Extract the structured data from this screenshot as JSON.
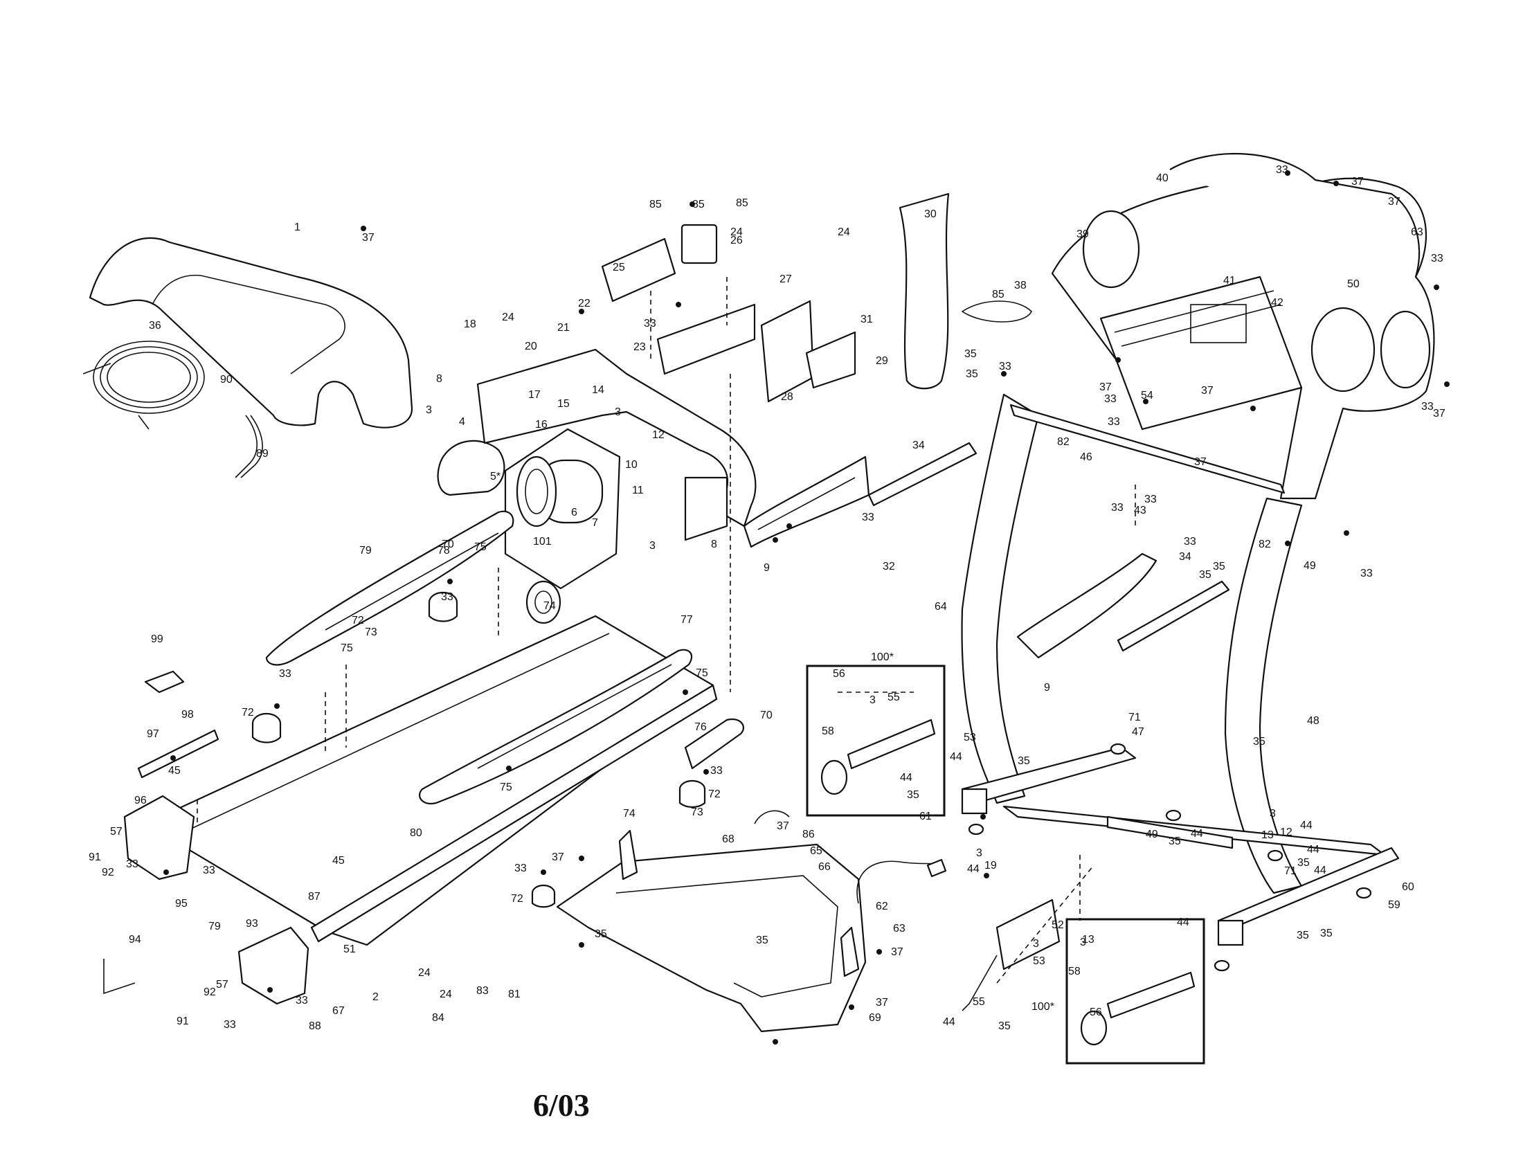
{
  "footer": {
    "date": "6/03"
  },
  "inset_labels": {
    "left": "100*",
    "right": "100*"
  },
  "callouts": [
    "1",
    "37",
    "36",
    "90",
    "89",
    "18",
    "24",
    "20",
    "21",
    "22",
    "8",
    "3",
    "4",
    "5*",
    "6",
    "7",
    "17",
    "15",
    "14",
    "16",
    "3",
    "12",
    "10",
    "11",
    "3",
    "8",
    "85",
    "85",
    "85",
    "25",
    "26",
    "33",
    "23",
    "24",
    "24",
    "27",
    "28",
    "29",
    "30",
    "85",
    "31",
    "9",
    "34",
    "33",
    "32",
    "35",
    "35",
    "33",
    "82",
    "46",
    "33",
    "33",
    "37",
    "54",
    "37",
    "37",
    "33",
    "33",
    "33",
    "43",
    "34",
    "9",
    "64",
    "40",
    "33",
    "37",
    "37",
    "63",
    "33",
    "39",
    "38",
    "41",
    "42",
    "50",
    "37",
    "33",
    "82",
    "35",
    "49",
    "35",
    "33",
    "79",
    "70",
    "75",
    "101",
    "78",
    "33",
    "72",
    "73",
    "74",
    "77",
    "76",
    "75",
    "99",
    "98",
    "75",
    "33",
    "72",
    "97",
    "45",
    "70",
    "75",
    "33",
    "72",
    "74",
    "73",
    "96",
    "57",
    "91",
    "92",
    "33",
    "33",
    "95",
    "80",
    "45",
    "87",
    "79",
    "93",
    "51",
    "94",
    "57",
    "92",
    "91",
    "33",
    "33",
    "88",
    "67",
    "24",
    "2",
    "84",
    "24",
    "83",
    "81",
    "68",
    "37",
    "86",
    "65",
    "66",
    "33",
    "37",
    "72",
    "35",
    "61",
    "62",
    "63",
    "37",
    "69",
    "35",
    "37",
    "100*",
    "56",
    "3",
    "55",
    "58",
    "44",
    "35",
    "53",
    "44",
    "35",
    "71",
    "47",
    "48",
    "49",
    "35",
    "44",
    "13",
    "44",
    "3",
    "19",
    "44",
    "35",
    "3",
    "12",
    "44",
    "35",
    "71",
    "44",
    "35",
    "60",
    "59",
    "52",
    "3",
    "53",
    "100*",
    "3",
    "56",
    "58",
    "55",
    "44",
    "35",
    "35",
    "44",
    "13"
  ]
}
